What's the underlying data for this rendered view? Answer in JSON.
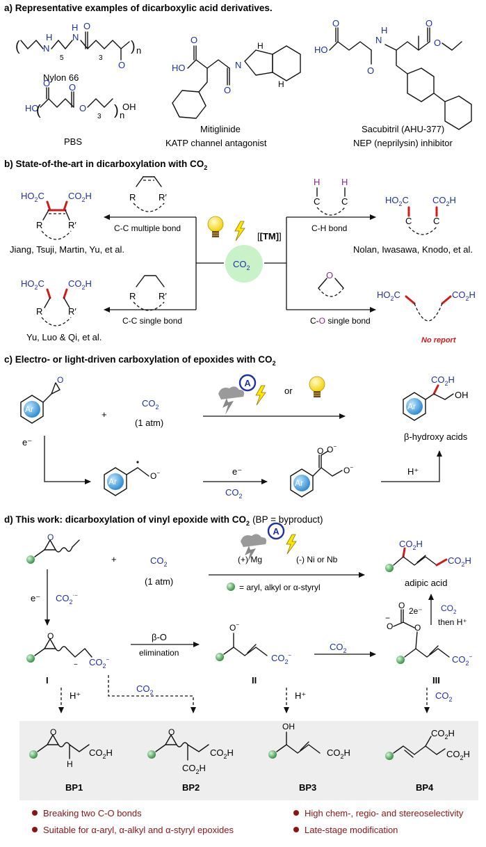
{
  "sections": {
    "a": {
      "heading": "a) Representative examples of dicarboxylic acid derivatives.",
      "nylon": "Nylon 66",
      "pbs": "PBS",
      "mitiglinide": "Mitiglinide",
      "mitiglinide_role": "KATP channel antagonist",
      "sacubitril": "Sacubitril (AHU-377)",
      "sacubitril_role": "NEP (neprilysin) inhibitor"
    },
    "b": {
      "heading": "b) State-of-the-art in dicarboxylation with CO",
      "cc_multiple": "C-C multiple bond",
      "cc_single": "C-C single bond",
      "ch_bond": "C-H bond",
      "co_single": "C-O single bond",
      "ref_tl": "Jiang, Tsuji, Martin, Yu, et al.",
      "ref_bl": "Yu, Luo & Qi, et al.",
      "ref_tr": "Nolan, Iwasawa, Knodo, et al.",
      "no_report": "No report",
      "tm": "[TM]",
      "co2": "CO2"
    },
    "c": {
      "heading": "c) Electro- or light-driven carboxylation of epoxides with CO",
      "co2": "CO2",
      "pressure": "(1 atm)",
      "or": "or",
      "product": "β-hydroxy acids",
      "electron": "e⁻",
      "proton": "H⁺"
    },
    "d": {
      "heading": "d) This work: dicarboxylation of vinyl epoxide with CO",
      "heading_note": "(BP = byproduct)",
      "co2": "CO2",
      "pressure": "(1 atm)",
      "anode": "(+) Mg",
      "cathode": "(-) Ni or Nb",
      "legend": "= aryl, alkyl or α-styryl",
      "product": "adipic acid",
      "beta_o": "β-O",
      "elimination": "elimination",
      "two_e": "2e⁻",
      "then_h": "then H⁺",
      "int1": "I",
      "int2": "II",
      "int3": "III",
      "bp": [
        "BP1",
        "BP2",
        "BP3",
        "BP4"
      ],
      "highlights": [
        "Breaking two C-O bonds",
        "Suitable for α-aryl, α-alkyl and α-styryl epoxides",
        "High chem-, regio- and stereoselectivity",
        "Late-stage modification"
      ]
    }
  },
  "colors": {
    "blue": "#1f2fa8",
    "red": "#d11a1a",
    "maroon": "#8a1414",
    "green": "#4caf50",
    "bp_panel": "#eeeeee",
    "co2_bubble": "#c9f2c9"
  },
  "icons": [
    "lightbulb-icon",
    "lightning-icon",
    "anode-icon",
    "aryl-ring-icon",
    "substituent-ball-icon"
  ]
}
